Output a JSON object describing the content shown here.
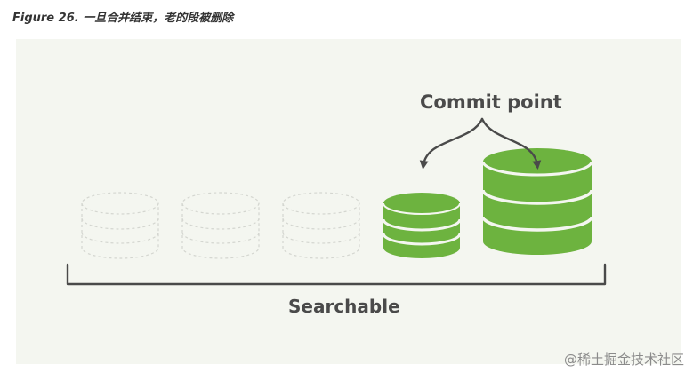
{
  "caption": "Figure 26. 一旦合并结束，老的段被删除",
  "diagram": {
    "commit_label": "Commit point",
    "searchable_label": "Searchable",
    "colors": {
      "background": "#f4f6f0",
      "segment_active": "#6db33f",
      "segment_deleted": "#d4d6d0",
      "line": "#4a4a4a"
    }
  },
  "watermark": "@稀土掘金技术社区"
}
